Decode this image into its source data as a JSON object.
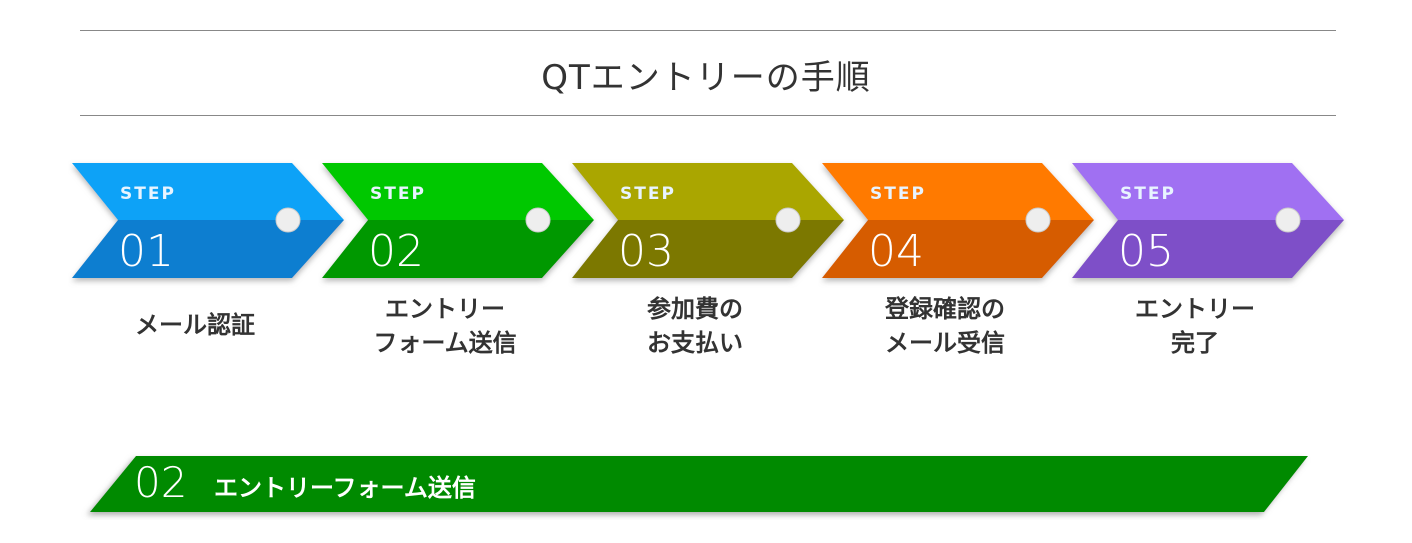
{
  "header": {
    "title": "QTエントリーの手順"
  },
  "steps": [
    {
      "label": "STEP",
      "number": "01",
      "caption_lines": [
        "メール認証",
        ""
      ],
      "color_top": "#0aa2f7",
      "color_bottom": "#0a7ed0"
    },
    {
      "label": "STEP",
      "number": "02",
      "caption_lines": [
        "エントリー",
        "フォーム送信"
      ],
      "color_top": "#00c800",
      "color_bottom": "#009800"
    },
    {
      "label": "STEP",
      "number": "03",
      "caption_lines": [
        "参加費の",
        "お支払い"
      ],
      "color_top": "#aaa600",
      "color_bottom": "#7c7800"
    },
    {
      "label": "STEP",
      "number": "04",
      "caption_lines": [
        "登録確認の",
        "メール受信"
      ],
      "color_top": "#ff7a00",
      "color_bottom": "#d65c00"
    },
    {
      "label": "STEP",
      "number": "05",
      "caption_lines": [
        "エントリー",
        "完了"
      ],
      "color_top": "#a070f2",
      "color_bottom": "#7e4fc8"
    }
  ],
  "section": {
    "number": "02",
    "title": "エントリーフォーム送信",
    "color": "#008a00"
  }
}
